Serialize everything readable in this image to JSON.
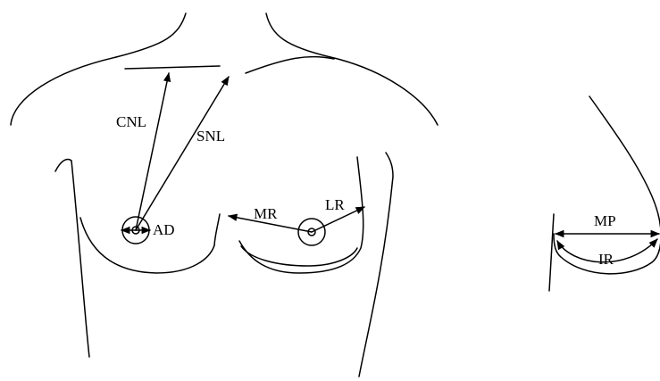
{
  "diagram": {
    "labels": {
      "cnl": "CNL",
      "snl": "SNL",
      "ad": "AD",
      "mr": "MR",
      "lr": "LR",
      "mp": "MP",
      "ir": "IR"
    },
    "colors": {
      "ink": "#000000",
      "background": "#ffffff"
    }
  }
}
